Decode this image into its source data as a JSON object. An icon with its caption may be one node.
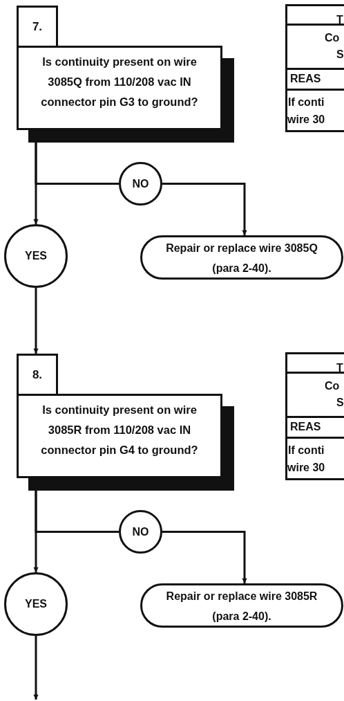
{
  "diagram": {
    "nodes": [
      {
        "text": [
          "7."
        ]
      },
      {
        "text": [
          "Is continuity present on wire 3085Q from 110/208 vac IN connector pin G3 to ground?"
        ]
      },
      {
        "text": [
          "NO"
        ]
      },
      {
        "text": [
          "YES"
        ]
      },
      {
        "text": [
          "Repair or replace wire 3085Q (para 2-40)."
        ]
      },
      {
        "text": [
          "8."
        ]
      },
      {
        "text": [
          "Is continuity present on wire 3085R from 110/208 vac IN connector pin G4 to ground?"
        ]
      },
      {
        "text": [
          "NO"
        ]
      },
      {
        "text": [
          "YES"
        ]
      },
      {
        "text": [
          "Repair or replace wire 3085R (para 2-40)."
        ]
      }
    ],
    "edges": [
      {
        "from": 1,
        "to": 3,
        "arrow": "to"
      },
      {
        "from": 1,
        "to": 2,
        "arrow": "none"
      },
      {
        "from": 2,
        "to": 4,
        "arrow": "to"
      },
      {
        "from": 3,
        "to": 5,
        "arrow": "to"
      },
      {
        "from": 6,
        "to": 8,
        "arrow": "to"
      },
      {
        "from": 6,
        "to": 7,
        "arrow": "none"
      },
      {
        "from": 7,
        "to": 9,
        "arrow": "to"
      },
      {
        "from": 8,
        "to": null,
        "arrow": "to"
      }
    ],
    "labels": [
      "T",
      "Co",
      "S",
      "REAS",
      "If conti",
      "wire 30",
      "T",
      "Co",
      "S",
      "REAS",
      "If conti",
      "wire 30"
    ]
  }
}
